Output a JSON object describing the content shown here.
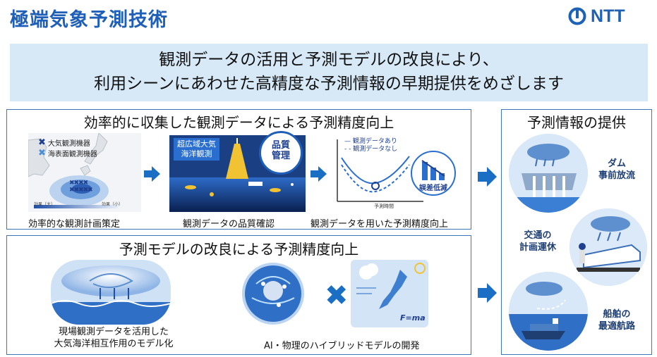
{
  "header": {
    "title": "極端気象予測技術",
    "logo_text": "NTT"
  },
  "banner": {
    "line1": "観測データの活用と予測モデルの改良により、",
    "line2": "利用シーンにあわせた高精度な予測情報の早期提供をめざします"
  },
  "panel_observation": {
    "title": "効率的に収集した観測データによる予測精度向上",
    "map_legend": [
      "大気観測機器",
      "海表面観測機器"
    ],
    "map_scale_left": "効果（大）",
    "map_scale_right": "効果（小）",
    "ocean_label_line1": "超広域大気",
    "ocean_label_line2": "海洋観測",
    "quality_label_line1": "品質",
    "quality_label_line2": "管理",
    "graph_legend": [
      "観測データあり",
      "観測データなし"
    ],
    "graph_xlabel": "予測時間",
    "graph_badge": "誤差低減",
    "captions": [
      "効率的な観測計画策定",
      "観測データの品質確認",
      "観測データを用いた予測精度向上"
    ]
  },
  "panel_model": {
    "title": "予測モデルの改良による予測精度向上",
    "formula": "F=ma",
    "captions": {
      "left_line1": "現場観測データを活用した",
      "left_line2": "大気海洋相互作用のモデル化",
      "right": "AI・物理のハイブリッドモデルの開発"
    }
  },
  "panel_provision": {
    "title": "予測情報の提供",
    "items": [
      {
        "line1": "ダム",
        "line2": "事前放流"
      },
      {
        "line1": "交通の",
        "line2": "計画運休"
      },
      {
        "line1": "船舶の",
        "line2": "最適航路"
      }
    ]
  },
  "colors": {
    "title_blue": "#1f5fb8",
    "banner_bg": "#d7e8f7",
    "arrow_blue": "#1a6fc4",
    "panel_border": "#3b78b8"
  }
}
